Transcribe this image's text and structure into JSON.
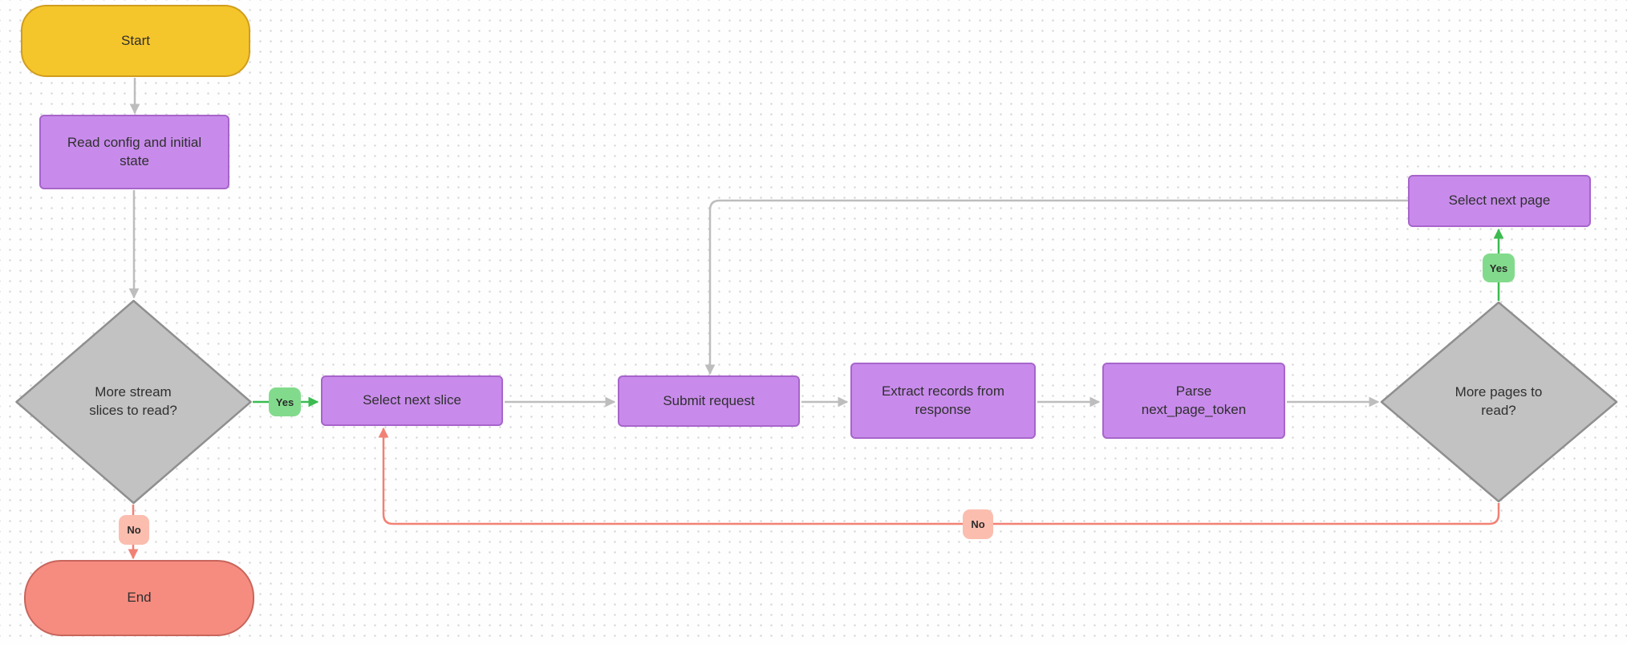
{
  "diagram": {
    "nodes": {
      "start": {
        "label": "Start"
      },
      "read_config": {
        "label": "Read config and initial\nstate"
      },
      "more_slices": {
        "label": "More stream\nslices to read?"
      },
      "select_next_slice": {
        "label": "Select next slice"
      },
      "submit_request": {
        "label": "Submit request"
      },
      "extract_records": {
        "label": "Extract records from\nresponse"
      },
      "parse_token": {
        "label": "Parse\nnext_page_token"
      },
      "more_pages": {
        "label": "More pages to\nread?"
      },
      "select_next_page": {
        "label": "Select next page"
      },
      "end": {
        "label": "End"
      }
    },
    "edge_labels": {
      "slices_yes": "Yes",
      "slices_no": "No",
      "pages_yes": "Yes",
      "pages_no": "No"
    },
    "colors": {
      "start_fill": "#f5c62b",
      "start_border": "#d19d1d",
      "process_fill": "#c88beb",
      "process_border": "#a765cb",
      "decision_fill": "#c2c2c2",
      "decision_border": "#8f8f8f",
      "end_fill": "#f68c80",
      "end_border": "#c7655c",
      "yes_badge": "#82db8c",
      "no_badge": "#fbbdae",
      "edge_gray": "#bdbdbd",
      "edge_green": "#3bbb50",
      "edge_red": "#f28175"
    }
  }
}
